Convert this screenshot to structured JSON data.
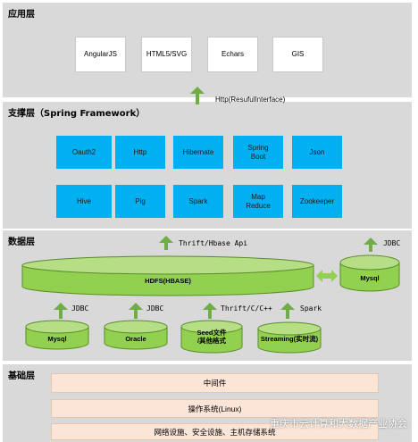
{
  "layers": {
    "application": {
      "title": "应用层",
      "boxes": [
        "AngularJS",
        "HTML5/SVG",
        "Echars",
        "GIS"
      ],
      "arrow_label": "Http(ResufulInterface)"
    },
    "support": {
      "title": "支撑层（Spring Framework）",
      "row1": [
        "Oauth2",
        "Http",
        "Hibernate",
        "Spring\nBoot",
        "Json"
      ],
      "row2": [
        "Hive",
        "Pig",
        "Spark",
        "Map\nReduce",
        "Zookeeper"
      ]
    },
    "data": {
      "title": "数据层",
      "top_arrow_label": "Thrift/Hbase Api",
      "right_arrow_label": "JDBC",
      "hdfs_label": "HDFS(HBASE)",
      "mysql_right_label": "Mysql",
      "arrow_labels": [
        "JDBC",
        "JDBC",
        "Thrift/C/C++",
        "Spark"
      ],
      "sources": [
        "Mysql",
        "Oracle",
        "Seed文件\n/其他格式",
        "Streaming(实时流)"
      ]
    },
    "base": {
      "title": "基础层",
      "bars": [
        "中间件",
        "操作系统(Linux)",
        "网络设施、安全设施、主机存储系统"
      ]
    }
  },
  "watermark": "重庆市云计算和大数据产业协会",
  "colors": {
    "layer_bg": "#d9d9d9",
    "support_box": "#00b0f0",
    "green": "#92d050",
    "green_dark": "#70ad47",
    "base_bar": "#fbe5d6"
  }
}
